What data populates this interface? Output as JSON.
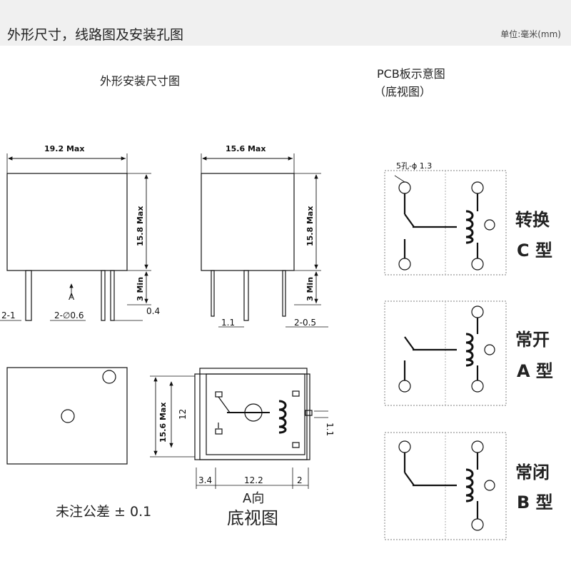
{
  "header": {
    "title": "外形尺寸，线路图及安装孔图",
    "unit": "单位:毫米(mm)"
  },
  "section": {
    "outline_title": "外形安装尺寸图",
    "pcb_title": "PCB板示意图",
    "pcb_subtitle": "（底视图）"
  },
  "dims": {
    "width": "19.2 Max",
    "depth": "15.6 Max",
    "height_front": "15.8 Max",
    "height_side": "15.8 Max",
    "pin_front": "3 Min",
    "pin_side": "3 Min",
    "pin_a": "2-1",
    "pin_dia": "2-∅0.6",
    "offset": "0.4",
    "thick_a": "1.1",
    "thick_b": "2-0.5",
    "view_arrow": "A",
    "bottom_height": "15.6 Max",
    "bottom_12": "12",
    "bottom_11": "1.1",
    "bottom_34": "3.4",
    "bottom_122": "12.2",
    "bottom_2": "2"
  },
  "notes": {
    "tolerance": "未注公差 ± 0.1",
    "view_a": "A向",
    "view_bottom": "底视图",
    "hole": "5孔-ϕ 1.3"
  },
  "types": [
    {
      "line1": "转换",
      "line2": "C 型"
    },
    {
      "line1": "常开",
      "line2": "A 型"
    },
    {
      "line1": "常闭",
      "line2": "B 型"
    }
  ]
}
